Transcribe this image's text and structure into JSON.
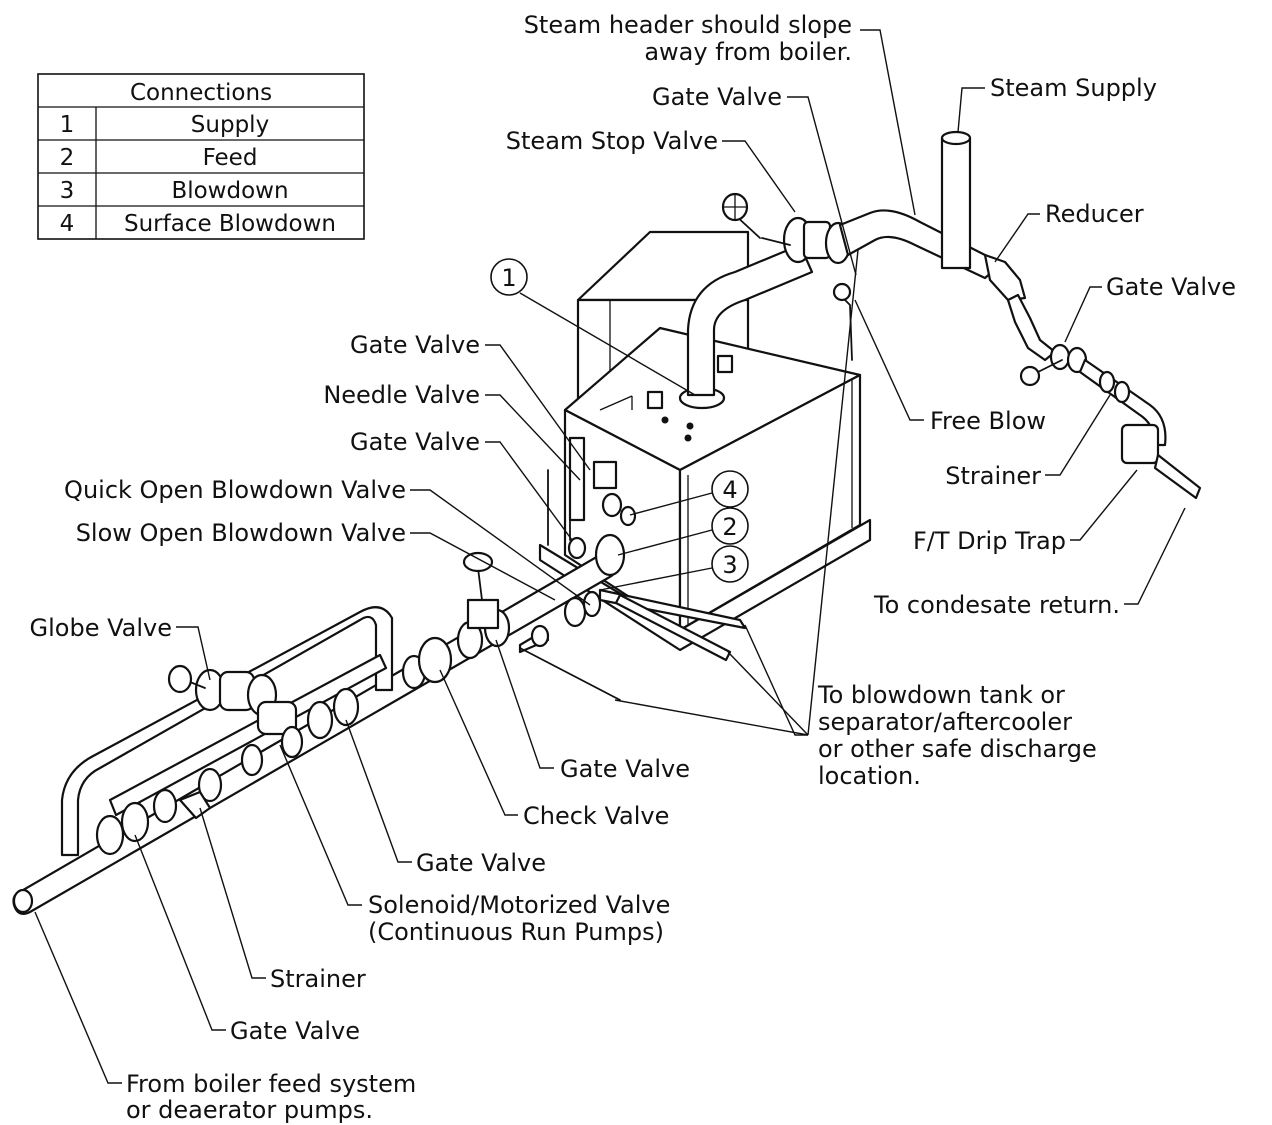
{
  "connections_table": {
    "title": "Connections",
    "rows": [
      {
        "num": "1",
        "name": "Supply"
      },
      {
        "num": "2",
        "name": "Feed"
      },
      {
        "num": "3",
        "name": "Blowdown"
      },
      {
        "num": "4",
        "name": "Surface Blowdown"
      }
    ]
  },
  "badges": [
    "1",
    "4",
    "2",
    "3"
  ],
  "labels": {
    "header_slope_1": "Steam header should slope",
    "header_slope_2": "away from boiler.",
    "steam_supply": "Steam Supply",
    "gate_valve_top": "Gate Valve",
    "steam_stop_valve": "Steam Stop Valve",
    "reducer": "Reducer",
    "gate_valve_right": "Gate Valve",
    "gate_valve_upper": "Gate Valve",
    "needle_valve": "Needle Valve",
    "gate_valve_mid": "Gate Valve",
    "free_blow": "Free Blow",
    "strainer_right": "Strainer",
    "quick_open": "Quick Open Blowdown Valve",
    "slow_open": "Slow Open Blowdown Valve",
    "drip_trap": "F/T Drip Trap",
    "condensate": "To condesate return.",
    "globe_valve": "Globe Valve",
    "blowdown_1": "To blowdown tank or",
    "blowdown_2": "separator/aftercooler",
    "blowdown_3": "or other safe discharge",
    "blowdown_4": "location.",
    "gate_valve_check": "Gate Valve",
    "check_valve": "Check Valve",
    "gate_valve_lower": "Gate Valve",
    "solenoid_1": "Solenoid/Motorized Valve",
    "solenoid_2": "(Continuous Run Pumps)",
    "strainer_left": "Strainer",
    "gate_valve_bottom": "Gate Valve",
    "feed_src_1": "From boiler feed system",
    "feed_src_2": "or deaerator pumps."
  }
}
